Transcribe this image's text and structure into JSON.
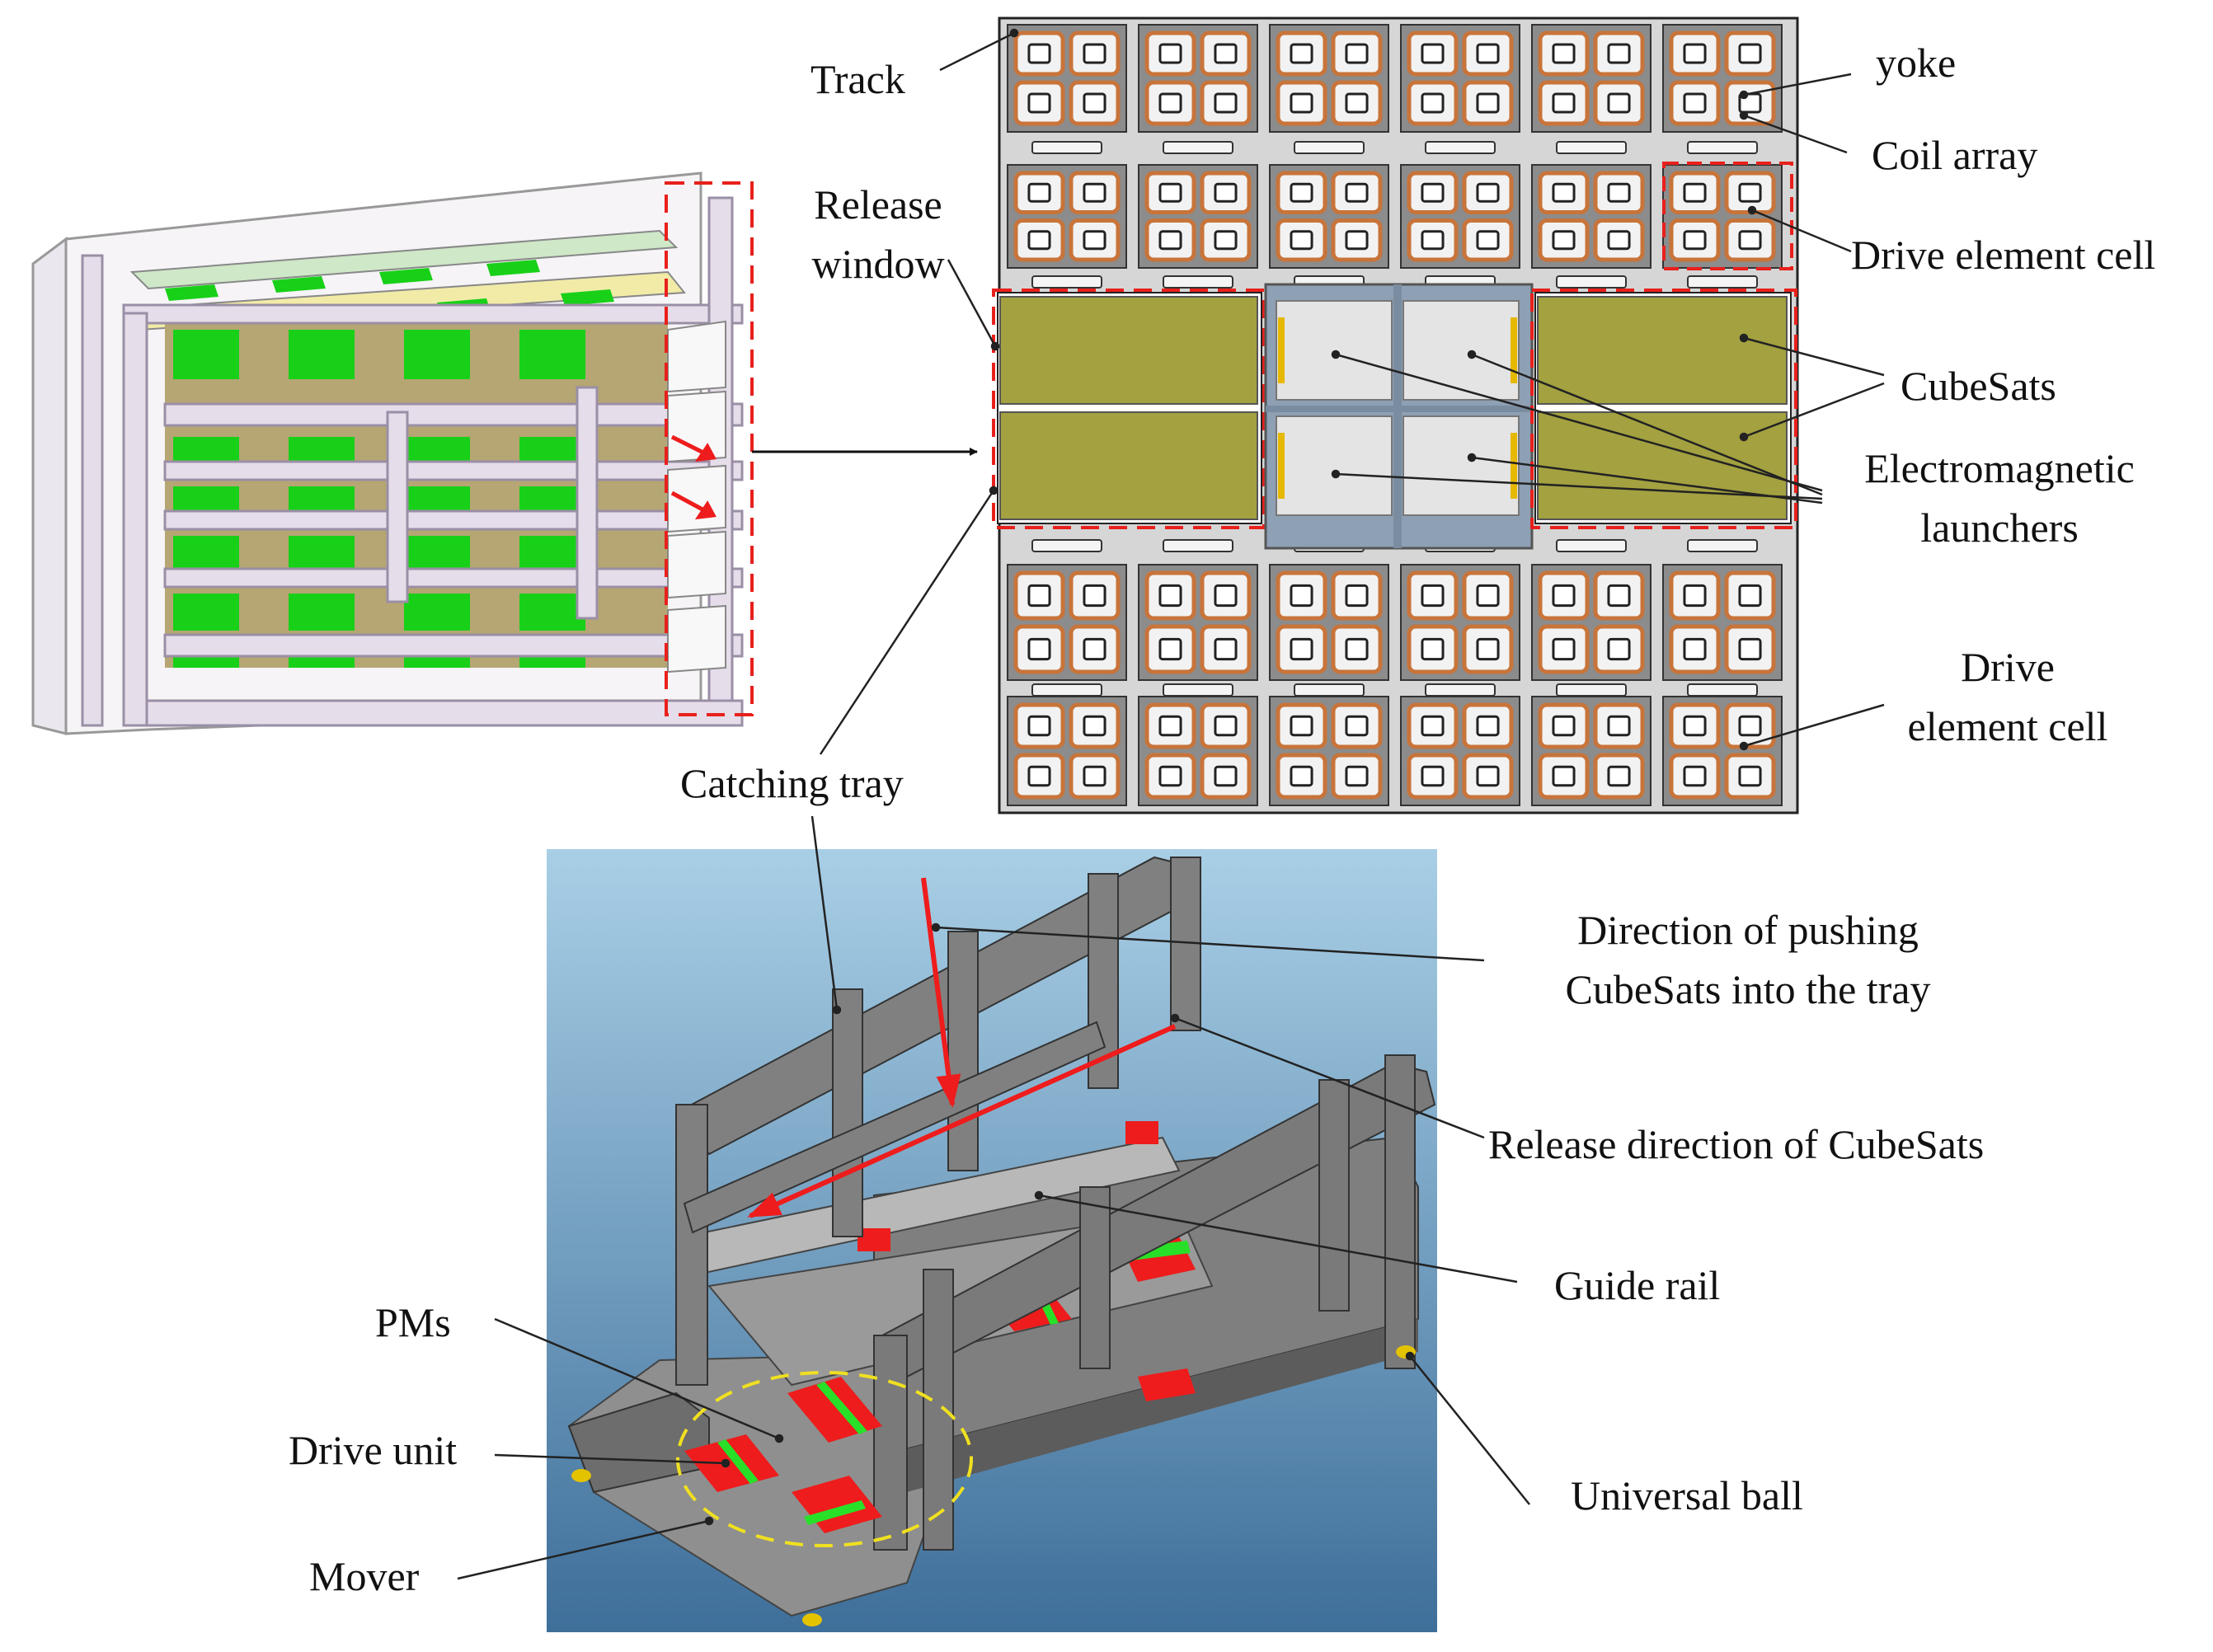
{
  "labels": {
    "track": "Track",
    "yoke": "yoke",
    "coil_array": "Coil array",
    "release_window_1": "Release",
    "release_window_2": "window",
    "drive_element_cell_top": "Drive element cell",
    "cubesats": "CubeSats",
    "em_launchers_1": "Electromagnetic",
    "em_launchers_2": "launchers",
    "drive_element_cell_bottom_1": "Drive",
    "drive_element_cell_bottom_2": "element cell",
    "catching_tray": "Catching tray",
    "push_direction_1": "Direction of pushing",
    "push_direction_2": "CubeSats into the tray",
    "release_direction": "Release direction of CubeSats",
    "guide_rail": "Guide rail",
    "pms": "PMs",
    "drive_unit": "Drive unit",
    "mover": "Mover",
    "universal_ball": "Universal ball"
  },
  "colors": {
    "cubesat_olive": "#a3a140",
    "green_panel": "#18d018",
    "tan_panel": "#b5a673",
    "pm_red": "#ee1c1c",
    "pm_green": "#28e028",
    "coil_orange": "#c8743a",
    "dashed_red": "#e8201c",
    "dashed_yellow": "#f0e020",
    "arrow_red": "#ee1c1c"
  }
}
